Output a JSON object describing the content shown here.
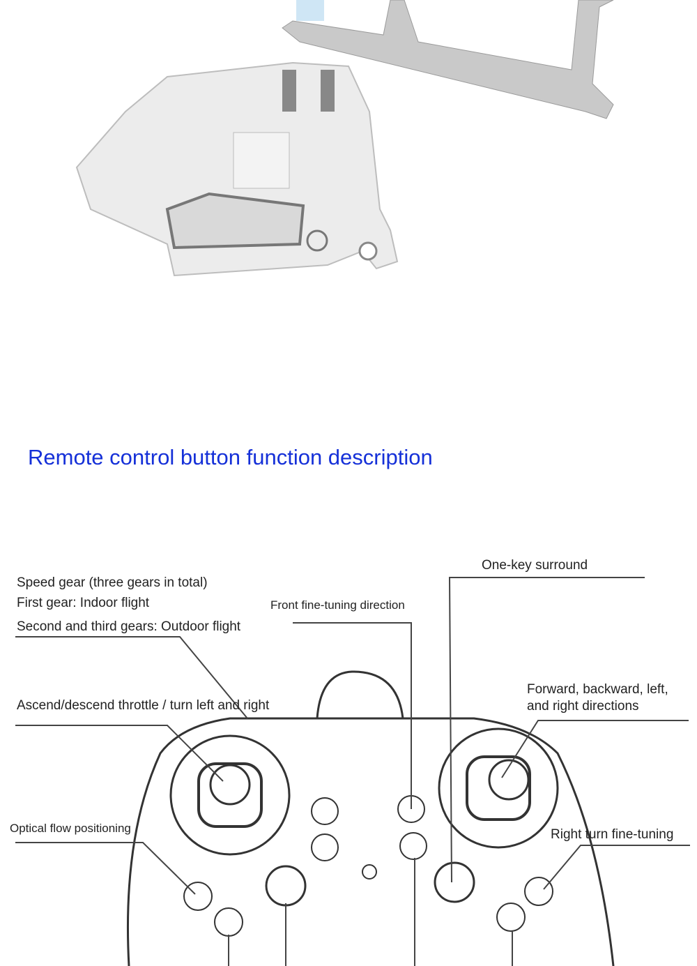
{
  "section_title": "Remote control button function description",
  "labels": {
    "speed_gear": "Speed gear (three gears in total)",
    "first_gear": "First gear: Indoor flight",
    "second_third_gear": "Second and third gears: Outdoor flight",
    "front_fine_tuning": "Front fine-tuning direction",
    "one_key_surround": "One-key surround",
    "throttle": "Ascend/descend throttle / turn left and right",
    "directions_line1": "Forward, backward, left,",
    "directions_line2": "and right directions",
    "optical_flow": "Optical flow positioning",
    "right_turn_fine_tuning": "Right turn fine-tuning"
  },
  "colors": {
    "title": "#1530d8",
    "product": "#e8e8e8",
    "line": "#444444"
  }
}
